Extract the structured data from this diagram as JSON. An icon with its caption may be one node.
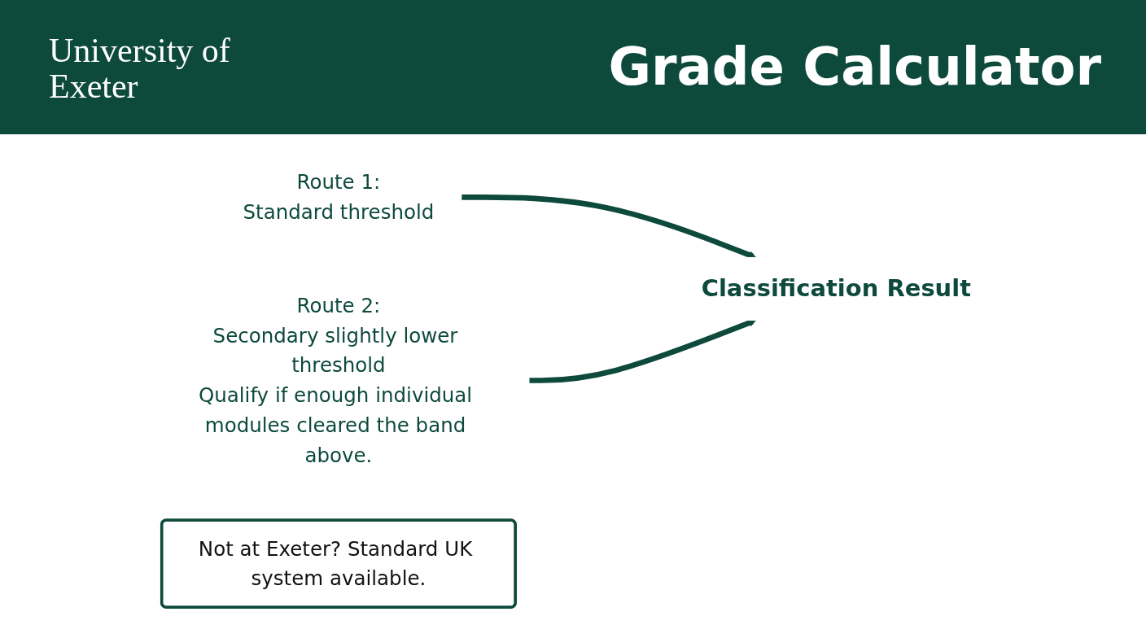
{
  "diagram": {
    "title": "Grade Calculator",
    "nodes": [
      {
        "text": [
          "Route 1:",
          "Standard threshold"
        ]
      },
      {
        "text": [
          "Route 2:",
          "Secondary slightly lower threshold",
          "Qualify if enough individual modules cleared the band above."
        ]
      },
      {
        "text": [
          "Classification Result"
        ]
      },
      {
        "text": [
          "Not at Exeter? Standard UK system available."
        ]
      }
    ],
    "edges": [
      {
        "from": 0,
        "to": 2,
        "arrow": "to"
      },
      {
        "from": 1,
        "to": 2,
        "arrow": "to"
      }
    ],
    "labels": [
      "University of Exeter"
    ]
  }
}
